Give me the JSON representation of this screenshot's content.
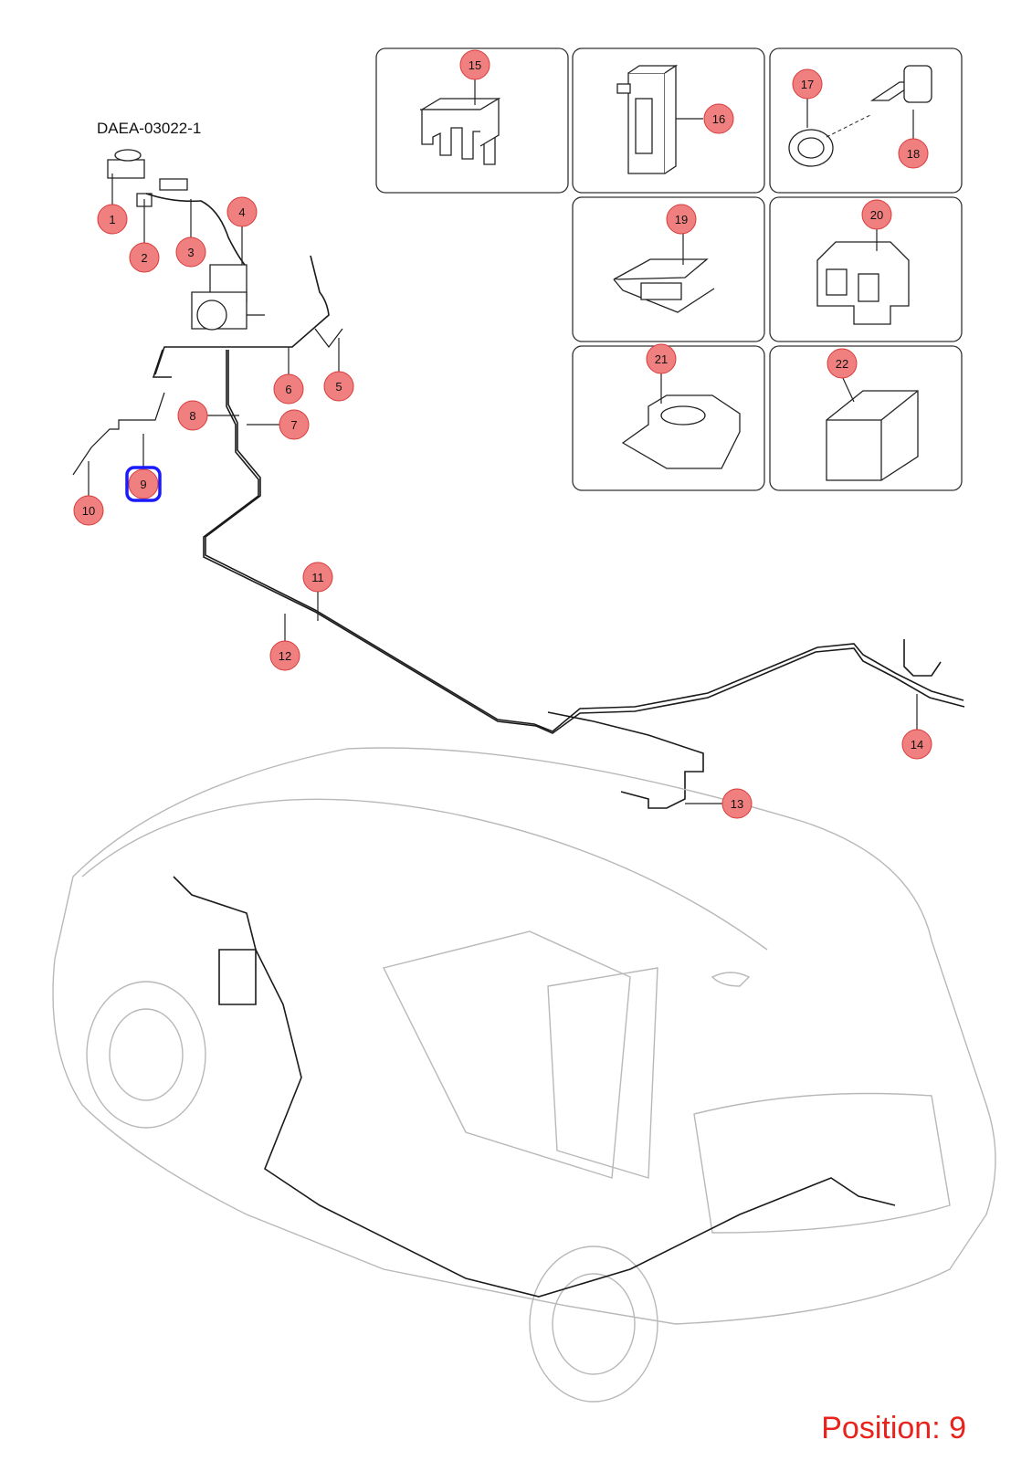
{
  "diagram": {
    "code": "DAEA-03022-1",
    "position_label": "Position: 9",
    "selected_callout": "9",
    "colors": {
      "callout_fill": "#f08080",
      "callout_stroke": "#d93a3a",
      "highlight": "#1a1aff",
      "position_text": "#e8231c"
    },
    "callouts": [
      "1",
      "2",
      "3",
      "4",
      "5",
      "6",
      "7",
      "8",
      "9",
      "10",
      "11",
      "12",
      "13",
      "14",
      "15",
      "16",
      "17",
      "18",
      "19",
      "20",
      "21",
      "22"
    ]
  }
}
